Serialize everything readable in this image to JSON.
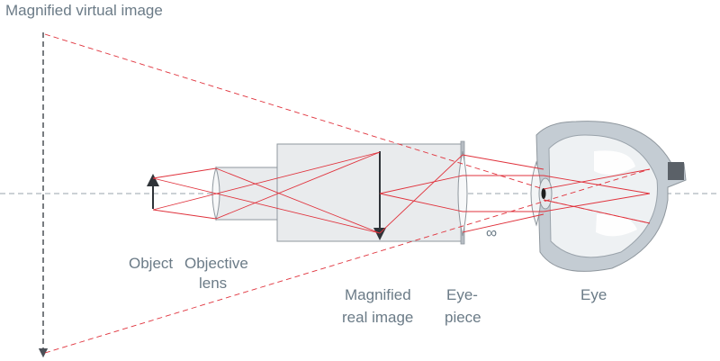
{
  "labels": {
    "virtual_image": "Magnified virtual image",
    "object": "Object",
    "objective_line1": "Objective",
    "objective_line2": "lens",
    "real_image_line1": "Magnified",
    "real_image_line2": "real image",
    "eyepiece_line1": "Eye-",
    "eyepiece_line2": "piece",
    "eye": "Eye",
    "infinity": "∞"
  },
  "colors": {
    "ray": "#e0323c",
    "axis": "#9aa3ab",
    "tube": "#e9ebed",
    "label": "#6b7b87"
  }
}
